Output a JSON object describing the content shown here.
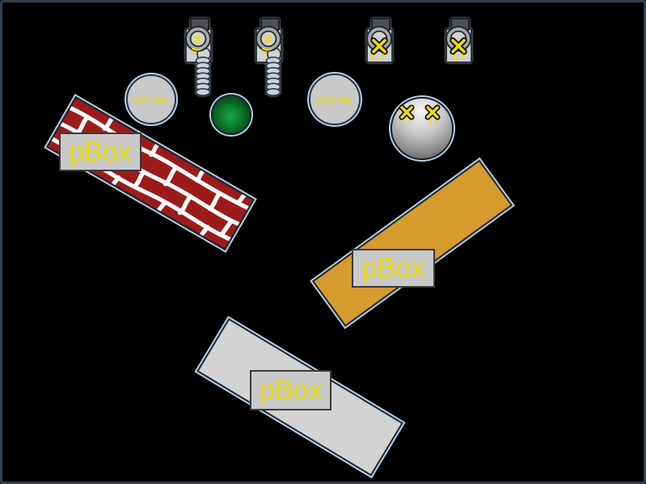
{
  "window": {
    "background": "#000000",
    "frame_description": "dark slate rounded window frame around black physics world"
  },
  "colors": {
    "background": "#000000",
    "frame_color": "#30404e",
    "halo": "#b4cfe2",
    "outline_dark": "#222a31",
    "label_text": "#e9dd05",
    "label_bg": "#c9c9c9",
    "label_border": "#3a3a3a",
    "brick_red": "#9b1b1b",
    "mortar_white": "#ffffff",
    "box_orange": "#d79a2e",
    "box_gray": "#d3d3d3",
    "metal_body": "#d2d2d2",
    "metal_cap": "#4f4f4f",
    "green_ball_center": "#18a845",
    "green_ball_edge": "#022309",
    "silver_ball_light": "#f4f4f4",
    "silver_ball_dark": "#4a4a4a",
    "marker_yellow": "#eedd00"
  },
  "objects": {
    "plungers": [
      {
        "id": "plunger-1",
        "spring": true,
        "marker": "yellow-scribble"
      },
      {
        "id": "plunger-2",
        "spring": true,
        "marker": "yellow-scribble"
      },
      {
        "id": "plunger-3",
        "spring": false,
        "marker": "yellow-x"
      },
      {
        "id": "plunger-4",
        "spring": false,
        "marker": "yellow-x"
      }
    ],
    "circles": [
      {
        "label": "pCircle"
      },
      {
        "label": "pCircle"
      }
    ],
    "balls": [
      {
        "id": "green-ball",
        "style": "green radial gradient"
      },
      {
        "id": "silver-ball",
        "style": "silver radial gradient",
        "markers": [
          "yellow-x",
          "yellow-x"
        ]
      }
    ],
    "boxes": [
      {
        "label": "pBox",
        "texture": "red-brick"
      },
      {
        "label": "pBox",
        "texture": "solid-orange"
      },
      {
        "label": "pBox",
        "texture": "solid-gray"
      }
    ]
  }
}
